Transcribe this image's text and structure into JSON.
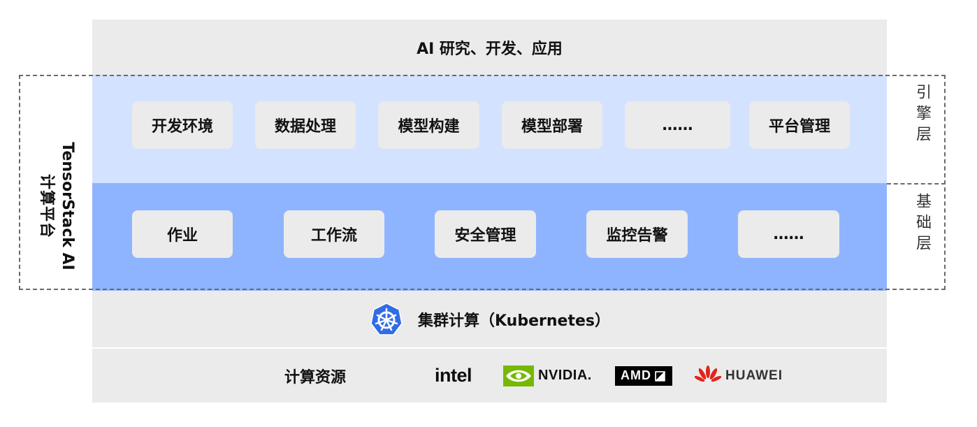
{
  "top": {
    "title": "AI 研究、开发、应用"
  },
  "platform": {
    "line1": "TensorStack AI",
    "line2": "计算平台"
  },
  "engine_layer": {
    "label": "引擎层",
    "items": [
      "开发环境",
      "数据处理",
      "模型构建",
      "模型部署",
      "……",
      "平台管理"
    ]
  },
  "base_layer": {
    "label": "基础层",
    "items": [
      "作业",
      "工作流",
      "安全管理",
      "监控告警",
      "……"
    ]
  },
  "cluster": {
    "label": "集群计算（Kubernetes）",
    "icon": "kubernetes-icon",
    "icon_color": "#326ce5"
  },
  "resources": {
    "label": "计算资源",
    "vendors": {
      "intel": "intel",
      "nvidia": "NVIDIA.",
      "amd": "AMD",
      "huawei": "HUAWEI"
    }
  },
  "colors": {
    "engine_bg": "#d3e2ff",
    "base_bg": "#8fb4ff",
    "gray_bg": "#ebebeb",
    "nvidia_green": "#76b900",
    "huawei_red": "#e2231a"
  }
}
